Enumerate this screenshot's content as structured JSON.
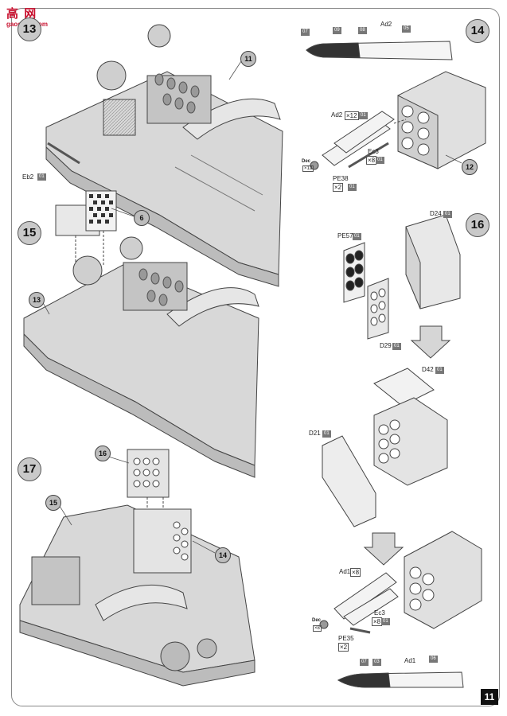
{
  "watermark": {
    "title": "高 网",
    "url": "gaoshou.com"
  },
  "page_number": "11",
  "steps": {
    "s13": "13",
    "s14": "14",
    "s15": "15",
    "s16": "16",
    "s17": "17"
  },
  "callouts": {
    "c11": "11",
    "c6": "6",
    "c13": "13",
    "c12": "12",
    "c16": "16",
    "c15": "15",
    "c14": "14"
  },
  "labels": {
    "eb2": "Eb2",
    "ad2_top": "Ad2",
    "ad2_12": "Ad2",
    "ad2_12_qty": "×12",
    "ec3_a": "Ec3",
    "ec3_a_qty": "×8",
    "pe38": "PE38",
    "pe38_qty": "×2",
    "dec_a": "Dec",
    "dec_a_qty": "×12",
    "d24": "D24",
    "pe57": "PE57",
    "d29": "D29",
    "d42": "D42",
    "d21": "D21",
    "ad1_8": "Ad1",
    "ad1_8_qty": "×8",
    "ec3_b": "Ec3",
    "ec3_b_qty": "×8",
    "dec_b": "Dec",
    "dec_b_qty": "×8",
    "pe35": "PE35",
    "pe35_qty": "×2",
    "ad1_bottom": "Ad1"
  },
  "tags": {
    "t07a": "07",
    "t09": "09",
    "t08": "08",
    "t05": "05",
    "t01a": "01",
    "t01b": "01",
    "t01c": "01",
    "t01d": "01",
    "t01e": "01",
    "t01f": "01",
    "t01g": "01",
    "t01h": "01",
    "t01i": "01",
    "t01j": "01",
    "t03": "03",
    "t07b": "07",
    "t06": "06"
  }
}
